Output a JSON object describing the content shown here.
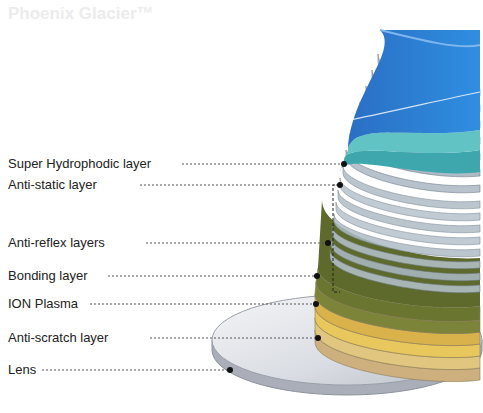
{
  "diagram": {
    "labels": [
      "Phoenix Glacier™",
      "Super Hydrophodic layer",
      "Anti-static layer",
      "Anti-reflex layers",
      "Bonding layer",
      "ION Plasma",
      "Anti-scratch layer",
      "Lens"
    ]
  }
}
